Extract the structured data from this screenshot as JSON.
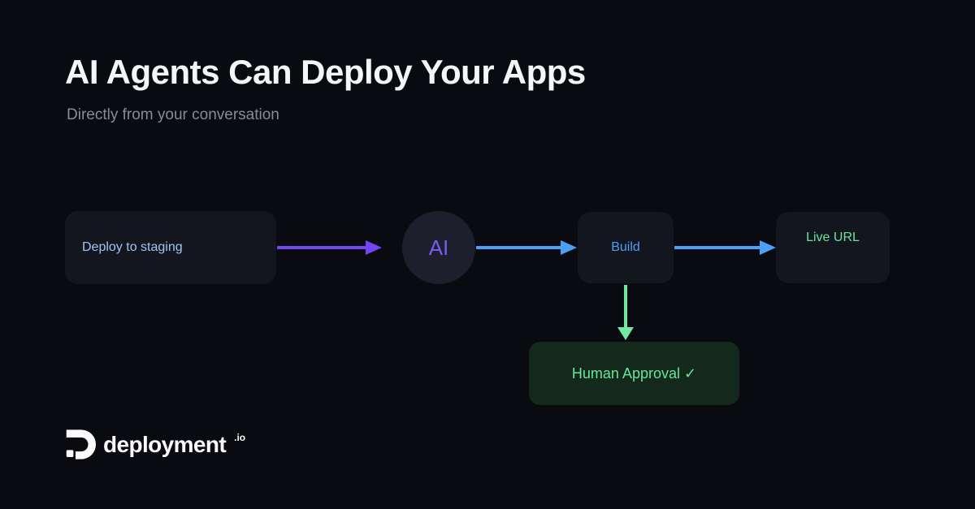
{
  "header": {
    "title": "AI Agents Can Deploy Your Apps",
    "subtitle": "Directly from your conversation"
  },
  "flow": {
    "nodes": {
      "deploy": {
        "label": "Deploy to staging",
        "shape": "rounded-rect"
      },
      "ai": {
        "label": "AI",
        "shape": "circle"
      },
      "build": {
        "label": "Build",
        "shape": "rounded-rect"
      },
      "live_url": {
        "label": "Live URL",
        "shape": "rounded-rect"
      },
      "human_approval": {
        "label": "Human Approval ✓",
        "shape": "rounded-rect"
      }
    },
    "arrows": [
      {
        "from": "deploy",
        "to": "ai",
        "direction": "right",
        "color": "#7445f2"
      },
      {
        "from": "ai",
        "to": "build",
        "direction": "right",
        "color": "#49a0f5"
      },
      {
        "from": "build",
        "to": "live_url",
        "direction": "right",
        "color": "#49a0f5"
      },
      {
        "from": "build",
        "to": "human_approval",
        "direction": "down",
        "color": "#6fe8a3"
      }
    ]
  },
  "footer": {
    "brand": "deployment",
    "brand_suffix": ".io"
  },
  "colors": {
    "bg": "#0a0b10",
    "node_fill": "#14161f",
    "circle_fill": "#1d1f2c",
    "approval_fill": "#14281b",
    "arrow_purple": "#7445f2",
    "arrow_blue": "#49a0f5",
    "arrow_green": "#6fe8a3",
    "title_color": "#f5f6f8",
    "subtitle_color": "#878b98",
    "deploy_text": "#9ec7f0",
    "ai_text": "#7a5cf0",
    "build_text": "#4b9ff5",
    "live_text": "#66e69a",
    "approval_text": "#66e69a",
    "logo_color": "#fafafa"
  }
}
